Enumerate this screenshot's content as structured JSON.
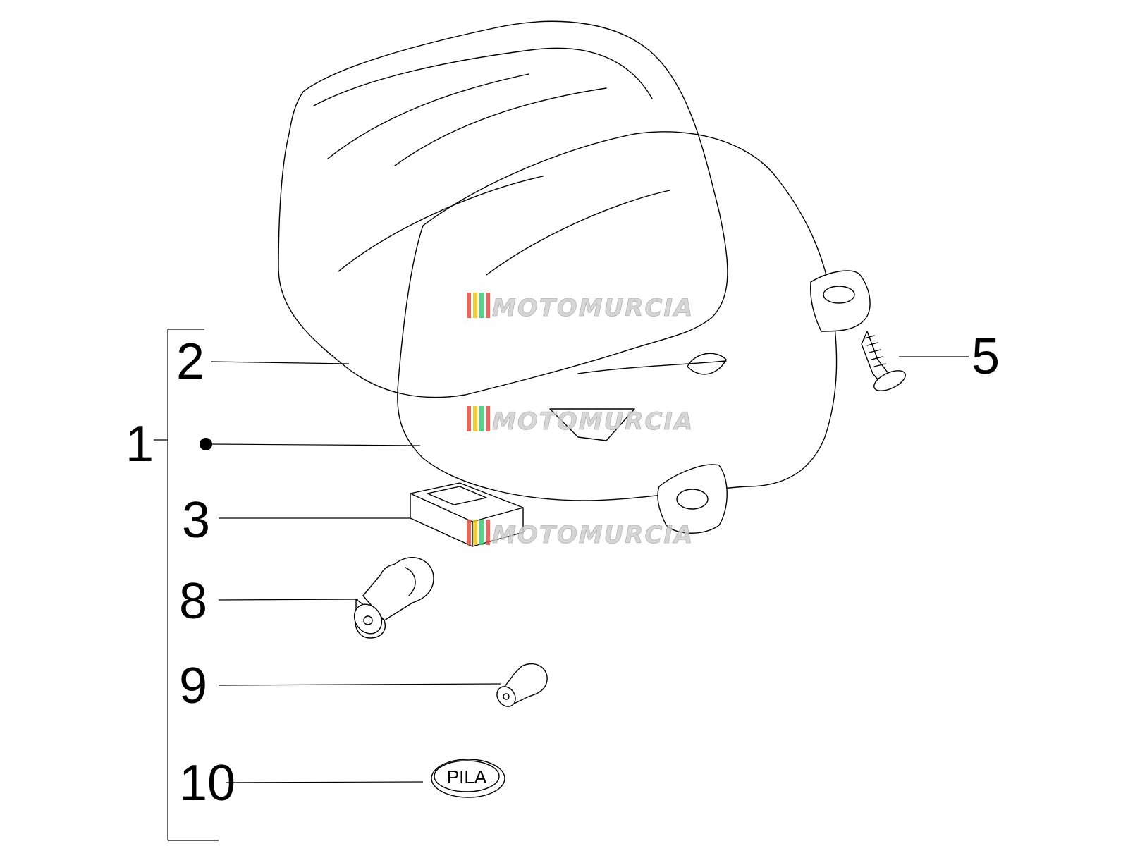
{
  "callouts": {
    "c1": "1",
    "c2": "2",
    "c3": "3",
    "c5": "5",
    "c8": "8",
    "c9": "9",
    "c10": "10"
  },
  "battery_label": "PILA",
  "watermark": {
    "text": "MOTOMURCIA",
    "stripe_colors": [
      "#e74c3c",
      "#f1c40f",
      "#2ecc71",
      "#e74c3c"
    ],
    "text_color": "#cfcfcf"
  },
  "colors": {
    "line": "#000000",
    "background": "#ffffff"
  }
}
